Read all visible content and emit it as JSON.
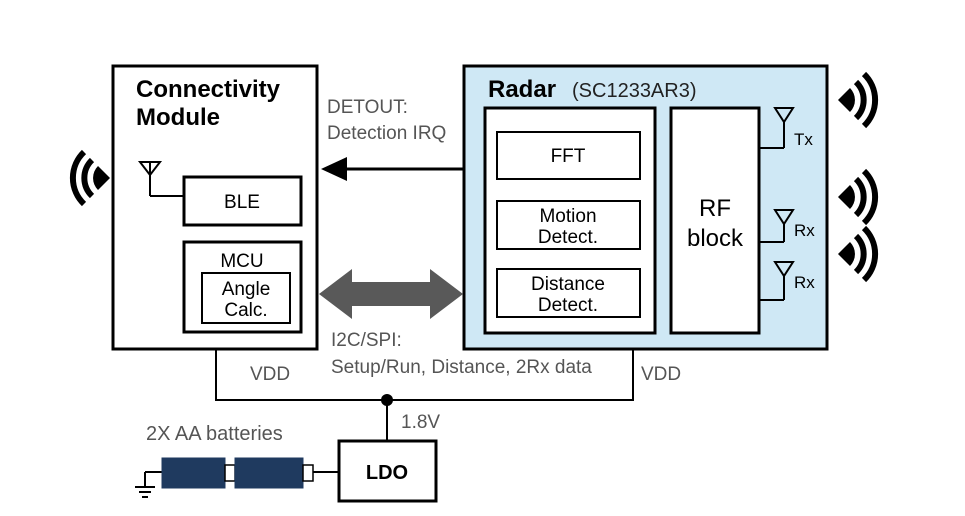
{
  "connectivity_module": {
    "title_line1": "Connectivity",
    "title_line2": "Module",
    "ble_label": "BLE",
    "mcu_label": "MCU",
    "angle_line1": "Angle",
    "angle_line2": "Calc."
  },
  "radar": {
    "title": "Radar",
    "part_number": "(SC1233AR3)",
    "fft_label": "FFT",
    "motion_line1": "Motion",
    "motion_line2": "Detect.",
    "distance_line1": "Distance",
    "distance_line2": "Detect.",
    "rf_line1": "RF",
    "rf_line2": "block",
    "tx_label": "Tx",
    "rx1_label": "Rx",
    "rx2_label": "Rx"
  },
  "signals": {
    "detout_line1": "DETOUT:",
    "detout_line2": "Detection IRQ",
    "bus_line1": "I2C/SPI:",
    "bus_line2": "Setup/Run, Distance, 2Rx data",
    "vdd_left": "VDD",
    "vdd_right": "VDD",
    "supply_voltage": "1.8V"
  },
  "power": {
    "batteries_label": "2X AA batteries",
    "ldo_label": "LDO"
  },
  "colors": {
    "radar_fill": "#cfe8f5",
    "battery_fill": "#1f3a5f",
    "bus_arrow": "#595959",
    "line": "#000000",
    "caption_text": "#555555"
  }
}
